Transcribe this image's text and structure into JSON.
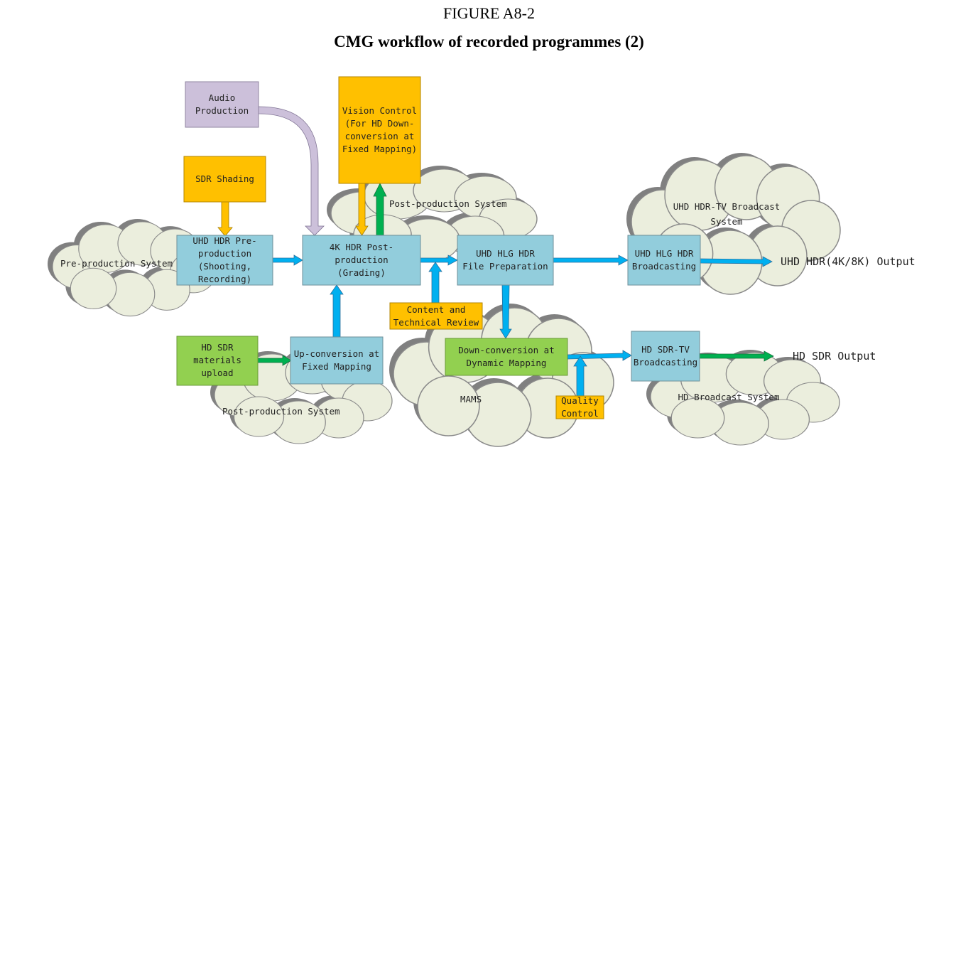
{
  "figure": {
    "label": "FIGURE A8-2",
    "title": "CMG workflow of recorded programmes (2)"
  },
  "clouds": {
    "pre_production": "Pre-production System",
    "post_production_top": "Post-production System",
    "uhd_broadcast": [
      "UHD HDR-TV Broadcast",
      "System"
    ],
    "post_production_bottom": "Post-production System",
    "mams": "MAMS",
    "hd_broadcast": "HD Broadcast System"
  },
  "boxes": {
    "audio_production": [
      "Audio",
      "Production"
    ],
    "vision_control": [
      "Vision Control",
      "(For HD Down-",
      "conversion at",
      "Fixed Mapping)"
    ],
    "sdr_shading": [
      "SDR Shading"
    ],
    "uhd_pre_production": [
      "UHD HDR Pre-",
      "production",
      "(Shooting,",
      "Recording)"
    ],
    "post_production_4k": [
      "4K HDR Post-",
      "production",
      "(Grading)"
    ],
    "hlg_file_prep": [
      "UHD HLG HDR",
      "File Preparation"
    ],
    "hlg_broadcasting": [
      "UHD HLG HDR",
      "Broadcasting"
    ],
    "content_review": [
      "Content and",
      "Technical Review"
    ],
    "hd_sdr_upload": [
      "HD SDR",
      "materials",
      "upload"
    ],
    "up_conversion": [
      "Up-conversion at",
      "Fixed Mapping"
    ],
    "down_conversion": [
      "Down-conversion at",
      "Dynamic Mapping"
    ],
    "hd_sdr_broadcasting": [
      "HD SDR-TV",
      "Broadcasting"
    ],
    "quality_control": [
      "Quality",
      "Control"
    ]
  },
  "outputs": {
    "uhd_output": "UHD HDR(4K/8K) Output",
    "hd_output": "HD SDR Output"
  },
  "colors": {
    "process_box": "#92cddc",
    "control_box": "#ffc000",
    "sdr_box": "#92d050",
    "audio_box": "#ccc0da",
    "cloud": "#ebeedd",
    "hdr_signal_arrow": "#00b0f0",
    "sdr_signal_arrow": "#00b050"
  }
}
